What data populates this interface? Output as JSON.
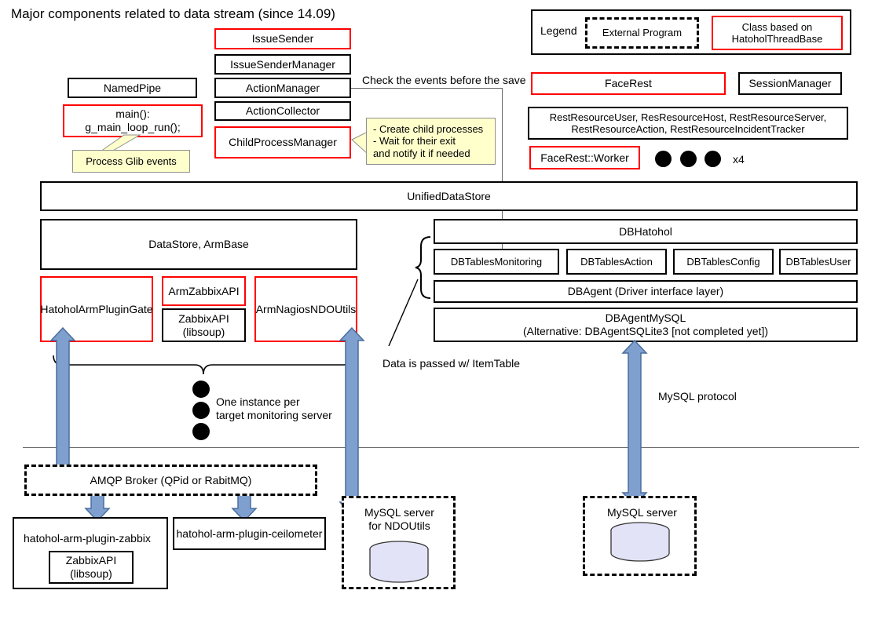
{
  "title": "Major components related to data stream (since 14.09)",
  "legend": {
    "label": "Legend",
    "external_program": "External Program",
    "thread_class": "Class based on\nHatoholThreadBase"
  },
  "left_column": {
    "named_pipe": "NamedPipe",
    "main_loop": "main():\ng_main_loop_run();",
    "note_glib": "Process Glib events"
  },
  "mid_column": {
    "issue_sender": "IssueSender",
    "issue_sender_manager": "IssueSenderManager",
    "action_manager": "ActionManager",
    "action_collector": "ActionCollector",
    "child_process_manager": "ChildProcessManager",
    "note_child": "- Create child processes\n- Wait for their exit\n   and notify it if needed"
  },
  "annotations": {
    "check_events": "Check the events before the save",
    "data_itemtable": "Data is passed w/ ItemTable",
    "mysql_protocol": "MySQL protocol",
    "one_instance": "One instance per\n target monitoring server",
    "worker_count": "x4"
  },
  "rest_column": {
    "face_rest": "FaceRest",
    "session_manager": "SessionManager",
    "rest_resources": "RestResourceUser, ResResourceHost, RestResourceServer,\nRestResourceAction, RestResourceIncidentTracker",
    "face_rest_worker": "FaceRest::Worker"
  },
  "core": {
    "unified_data_store": "UnifiedDataStore",
    "data_store_armbase": "DataStore, ArmBase"
  },
  "arms": {
    "hatohol_arm_plugin_gate": "HatoholArmPluginGate",
    "arm_zabbix_api": "ArmZabbixAPI",
    "zabbix_api": "ZabbixAPI\n(libsoup)",
    "arm_nagios_ndoutils": "ArmNagiosNDOUtils"
  },
  "db": {
    "db_hatohol": "DBHatohol",
    "tables": [
      "DBTablesMonitoring",
      "DBTablesAction",
      "DBTablesConfig",
      "DBTablesUser"
    ],
    "db_agent": "DBAgent (Driver interface layer)",
    "db_agent_mysql": "DBAgentMySQL\n(Alternative: DBAgentSQLite3 [not completed yet])"
  },
  "external": {
    "amqp_broker": "AMQP Broker (QPid or RabitMQ)",
    "plugin_zabbix": "hatohol-arm-plugin-zabbix",
    "plugin_zabbix_api": "ZabbixAPI\n(libsoup)",
    "plugin_ceilometer": "hatohol-arm-plugin-ceilometer",
    "mysql_ndoutils": "MySQL server\nfor NDOUtils",
    "mysql_server": "MySQL server"
  },
  "colors": {
    "thread_class_border": "#ff0000",
    "normal_border": "#000000",
    "note_fill": "#ffffcc",
    "arrow_fill": "#7f9fcf",
    "arrow_stroke": "#4a6f9e",
    "db_cylinder": "#e3e3f7"
  }
}
